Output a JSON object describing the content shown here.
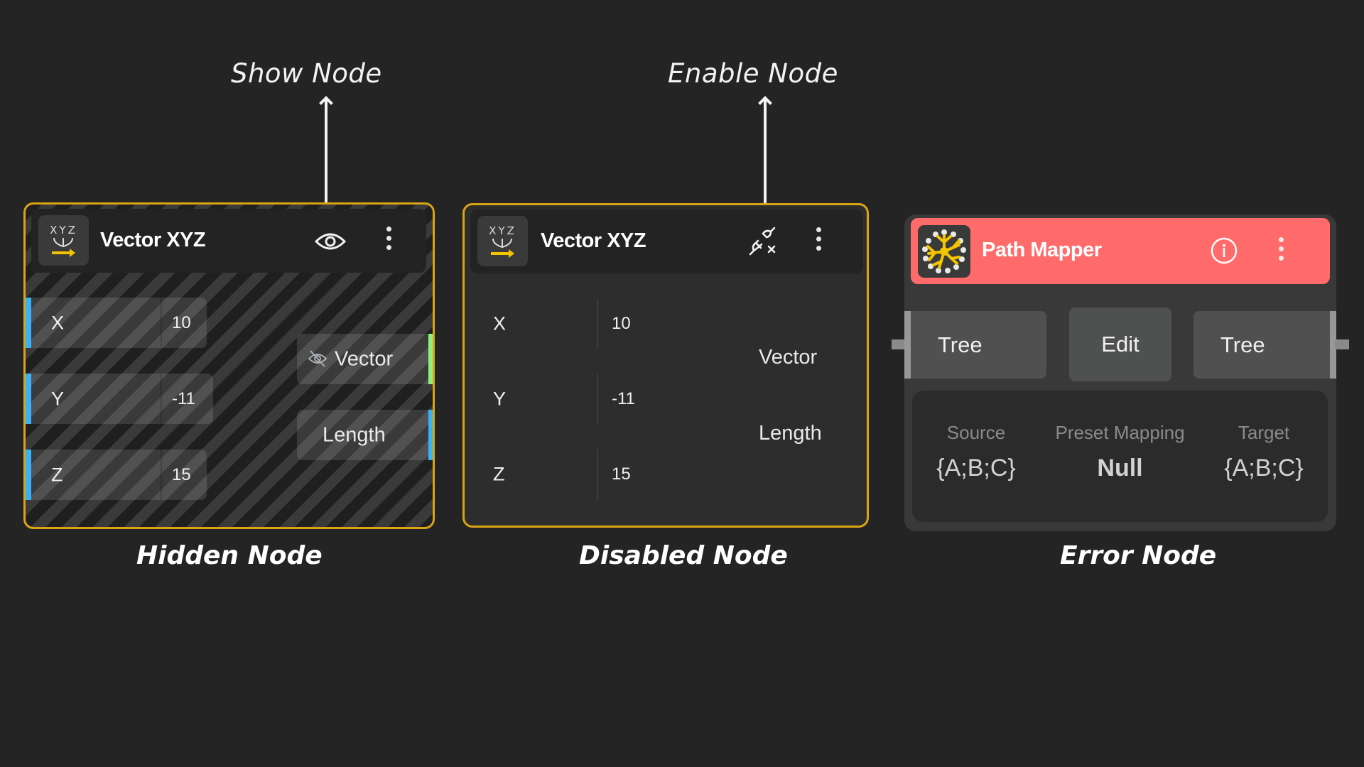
{
  "annotations": {
    "show_node": "Show Node",
    "enable_node": "Enable Node"
  },
  "captions": {
    "hidden": "Hidden Node",
    "disabled": "Disabled Node",
    "error": "Error Node"
  },
  "hidden_node": {
    "title": "Vector XYZ",
    "icon": "xyz-vector-icon",
    "action_icon": "eye-icon",
    "menu_icon": "kebab-menu-icon",
    "inputs": [
      {
        "label": "X",
        "value": "10"
      },
      {
        "label": "Y",
        "value": "-11"
      },
      {
        "label": "Z",
        "value": "15"
      }
    ],
    "outputs": [
      {
        "label": "Vector",
        "icon": "eye-off-icon",
        "color": "#8ef07a"
      },
      {
        "label": "Length",
        "color": "#3bb2f2"
      }
    ],
    "input_color": "#3bb2f2",
    "border_color": "#d9a514"
  },
  "disabled_node": {
    "title": "Vector XYZ",
    "icon": "xyz-vector-icon",
    "action_icon": "unplug-icon",
    "menu_icon": "kebab-menu-icon",
    "inputs": [
      {
        "label": "X",
        "value": "10"
      },
      {
        "label": "Y",
        "value": "-11"
      },
      {
        "label": "Z",
        "value": "15"
      }
    ],
    "outputs": [
      {
        "label": "Vector"
      },
      {
        "label": "Length"
      }
    ],
    "border_color": "#d9a514"
  },
  "error_node": {
    "title": "Path Mapper",
    "icon": "path-mapper-tree-icon",
    "action_icon": "info-icon",
    "menu_icon": "kebab-menu-icon",
    "header_color": "#ff6b6b",
    "input_port": "Tree",
    "edit_button": "Edit",
    "output_port": "Tree",
    "mapping": [
      {
        "label": "Source",
        "value": "{A;B;C}"
      },
      {
        "label": "Preset Mapping",
        "value": "Null"
      },
      {
        "label": "Target",
        "value": "{A;B;C}"
      }
    ]
  }
}
